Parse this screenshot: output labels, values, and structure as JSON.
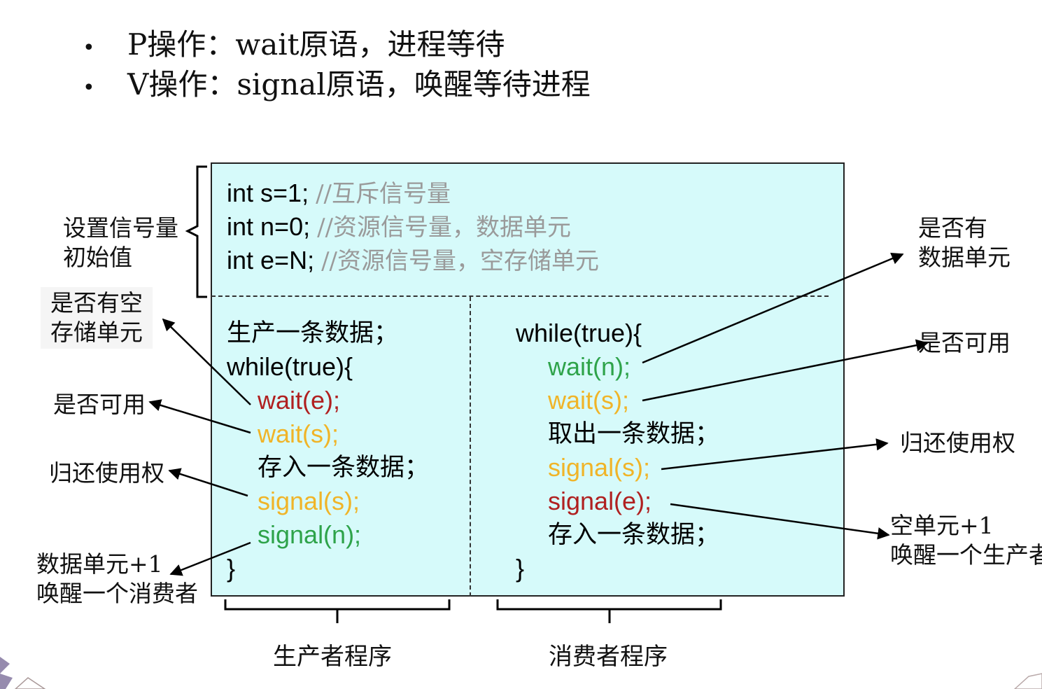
{
  "bullets": [
    "P操作：wait原语，进程等待",
    "V操作：signal原语，唤醒等待进程"
  ],
  "init": {
    "lines": [
      {
        "code": "int s=1;",
        "comment": "//互斥信号量"
      },
      {
        "code": "int n=0;",
        "comment": "//资源信号量，数据单元"
      },
      {
        "code": "int e=N;",
        "comment": "//资源信号量，空存储单元"
      }
    ]
  },
  "producer": {
    "lines": [
      "生产一条数据；",
      "while(true){",
      "wait(e);",
      "wait(s);",
      "存入一条数据；",
      "signal(s);",
      "signal(n);",
      "}"
    ],
    "caption": "生产者程序"
  },
  "consumer": {
    "lines": [
      "while(true){",
      "wait(n);",
      "wait(s);",
      "取出一条数据；",
      "signal(s);",
      "signal(e);",
      "存入一条数据；",
      "}"
    ],
    "caption": "消费者程序"
  },
  "labels": {
    "init_value": [
      "设置信号量",
      "初始值"
    ],
    "left_empty_slot": [
      "是否有空",
      "存储单元"
    ],
    "left_available": "是否可用",
    "left_return": "归还使用权",
    "left_data_plus": [
      "数据单元+1",
      "唤醒一个消费者"
    ],
    "right_has_data": [
      "是否有",
      "数据单元"
    ],
    "right_available": "是否可用",
    "right_return": "归还使用权",
    "right_empty_plus": [
      "空单元+1",
      "唤醒一个生产者"
    ]
  },
  "colors": {
    "box_bg": "#d6fafa",
    "red": "#b02020",
    "yellow": "#f0b428",
    "green": "#2ea34a",
    "comment": "#9a9a9a"
  }
}
